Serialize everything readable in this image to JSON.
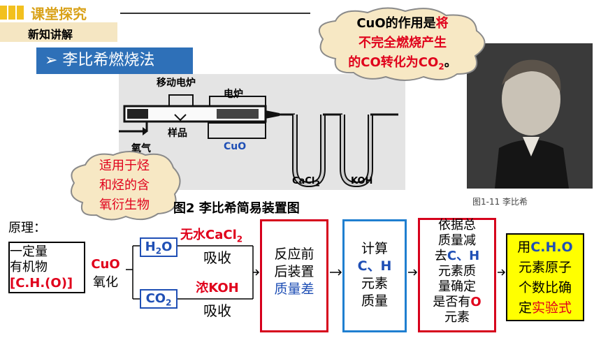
{
  "header": {
    "title": "课堂探究",
    "subtitle": "新知讲解",
    "section": "➢  李比希燃烧法"
  },
  "cloud_top": {
    "line1_black": "CuO的作用是",
    "line1_red": "将",
    "line2": "不完全燃烧产生",
    "line3_pre": "的CO转化为CO",
    "line3_sub": "2",
    "line3_post": "。"
  },
  "cloud_left": {
    "line1": "适用于烃",
    "line2": "和烃的含",
    "line3": "氧衍生物"
  },
  "apparatus": {
    "label_movable_furnace": "移动电炉",
    "label_furnace": "电炉",
    "label_sample": "样品",
    "label_oxygen": "氧气",
    "label_cuo": "CuO",
    "label_cacl2_pre": "CaCl",
    "label_cacl2_sub": "2",
    "label_koh": "KOH",
    "caption": "图2  李比希简易装置图"
  },
  "portrait": {
    "caption": "图1-11   李比希"
  },
  "flow": {
    "principle": "原理：",
    "organic_line1": "一定量",
    "organic_line2": "有机物",
    "organic_line3": "[C.H.(O)]",
    "cuo": "CuO",
    "oxidize": "氧化",
    "h2o_pre": "H",
    "h2o_sub": "2",
    "h2o_post": "O",
    "co2_pre": "CO",
    "co2_sub": "2",
    "anhydrous_pre": "无水CaCl",
    "anhydrous_sub": "2",
    "absorb1": "吸收",
    "conc_koh": "浓KOH",
    "absorb2": "吸收",
    "box1_line1": "反应前",
    "box1_line2": "后装置",
    "box1_line3": "质量差",
    "box2_line1": "计算",
    "box2_line2": "C、H",
    "box2_line3": "元素",
    "box2_line4": "质量",
    "box3_line1": "依据总",
    "box3_line2": "质量减",
    "box3_line3_pre": "去",
    "box3_line3_blue": "C、H",
    "box3_line4": "元素质",
    "box3_line5": "量确定",
    "box3_line6_pre": "是否有",
    "box3_line6_red": "O",
    "box3_line7": "元素",
    "box4_line1_pre": "用",
    "box4_line1_blue": "C.H.O",
    "box4_line2": "元素原子",
    "box4_line3": "个数比确",
    "box4_line4_pre": "定",
    "box4_line4_red": "实验式"
  }
}
